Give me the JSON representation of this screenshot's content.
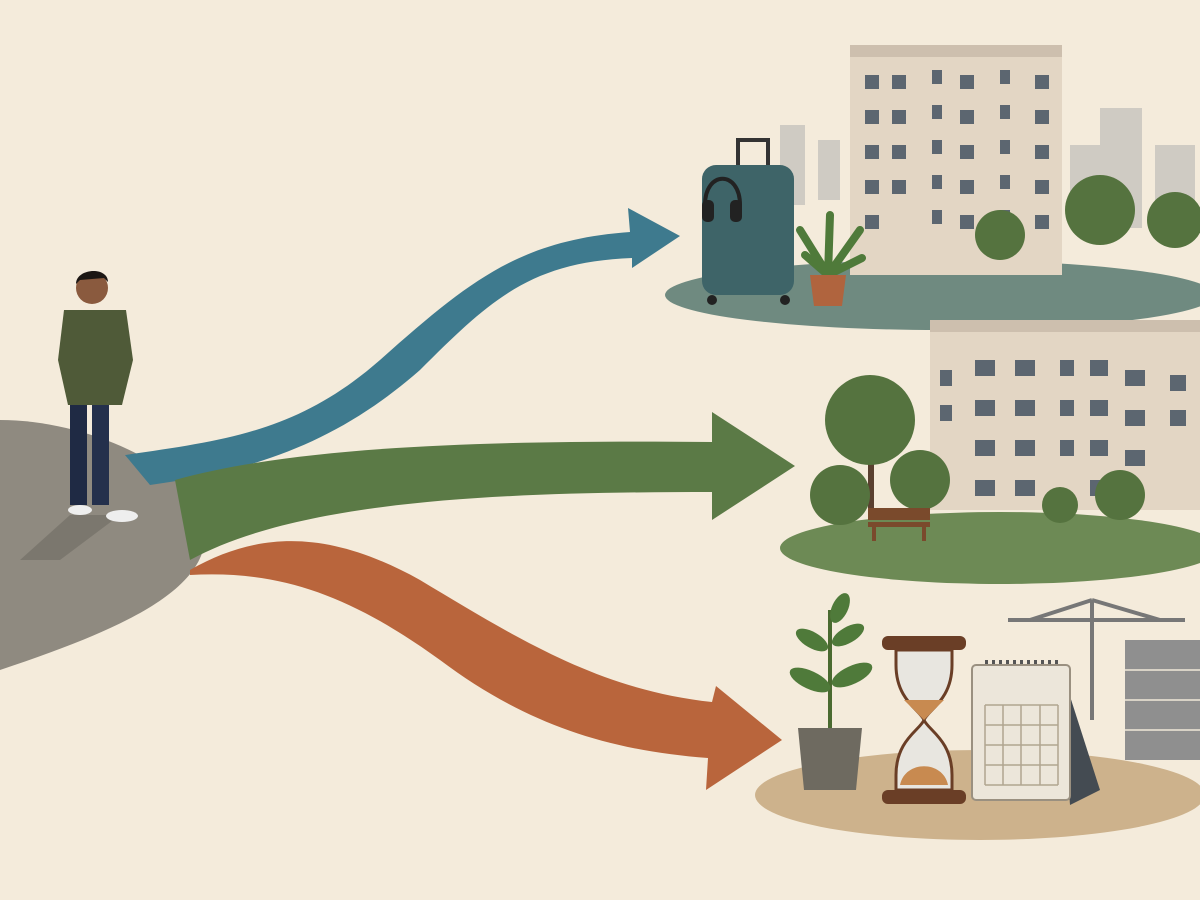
{
  "palette": {
    "background": "#f4ebdb",
    "standing_ground": "#8f8a80",
    "path_top": "#3e7a8e",
    "path_middle": "#5b7a46",
    "path_bottom": "#b9653c",
    "building": "#e3d6c4",
    "window": "#5c6670",
    "foliage": "#55733f",
    "lawn": "#6d8a55",
    "soil": "#cdb28c"
  },
  "elements": {
    "person": "person-thinking",
    "destinations": [
      {
        "name": "relocation",
        "icons": [
          "suitcase-icon",
          "headphones-icon",
          "potted-plant-icon",
          "apartment-tower-icon",
          "city-skyline-icon"
        ]
      },
      {
        "name": "ready-home",
        "icons": [
          "apartment-complex-icon",
          "tree-icon",
          "bench-icon",
          "lawn-icon"
        ]
      },
      {
        "name": "waiting",
        "icons": [
          "sapling-icon",
          "hourglass-icon",
          "calendar-icon",
          "crane-icon",
          "building-under-construction-icon"
        ]
      }
    ]
  }
}
